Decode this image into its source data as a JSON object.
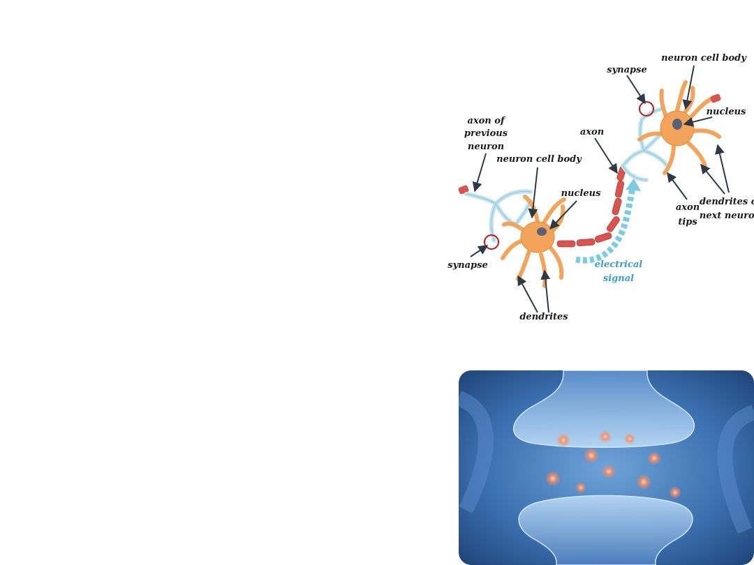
{
  "diagram": {
    "labels": {
      "axon_prev_1": "axon of",
      "axon_prev_2": "previous",
      "axon_prev_3": "neuron",
      "cell_body_left": "neuron cell body",
      "nucleus_left": "nucleus",
      "synapse_left": "synapse",
      "dendrites": "dendrites",
      "signal_1": "electrical",
      "signal_2": "signal",
      "axon": "axon",
      "synapse_right": "synapse",
      "cell_body_right": "neuron cell body",
      "nucleus_right": "nucleus",
      "axon_tips_1": "axon",
      "axon_tips_2": "tips",
      "dendrites_next_1": "dendrites of",
      "dendrites_next_2": "next neuron"
    },
    "colors": {
      "cell": "#f4a45a",
      "cell_outline": "#e08a3a",
      "nucleus": "#5a5f7a",
      "axon_segment": "#d9534f",
      "terminal": "#bfe3ee",
      "signal_arrow": "#7ccbe4",
      "synapse_circle": "#c0161a"
    }
  },
  "photo": {
    "subject": "synapse-micrograph",
    "colors": {
      "background": "#2f5f98",
      "membrane": "#9fc8ef",
      "neurotransmitter": "#ff8a5c"
    }
  }
}
